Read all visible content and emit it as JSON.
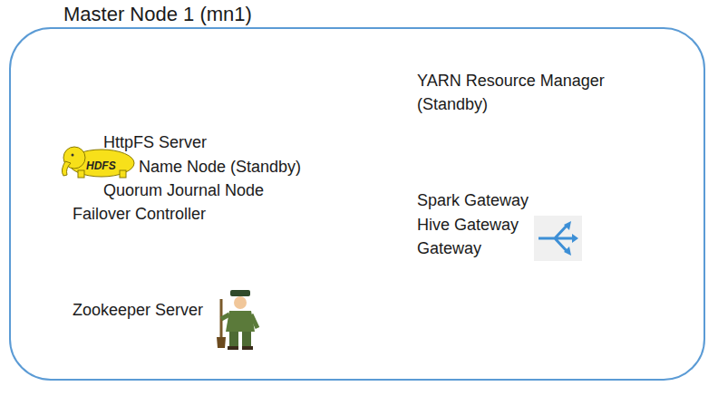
{
  "diagram": {
    "nodes": [
      {
        "text": [
          "Master Node 1 (mn1)"
        ]
      }
    ],
    "labels": [
      "HttpFS Server",
      "HDFS",
      "Name Node (Standby)",
      "Quorum Journal Node",
      "Failover Controller",
      "Zookeeper Server",
      "YARN Resource Manager (Standby)",
      "Spark Gateway",
      "Hive Gateway",
      "Gateway"
    ]
  }
}
